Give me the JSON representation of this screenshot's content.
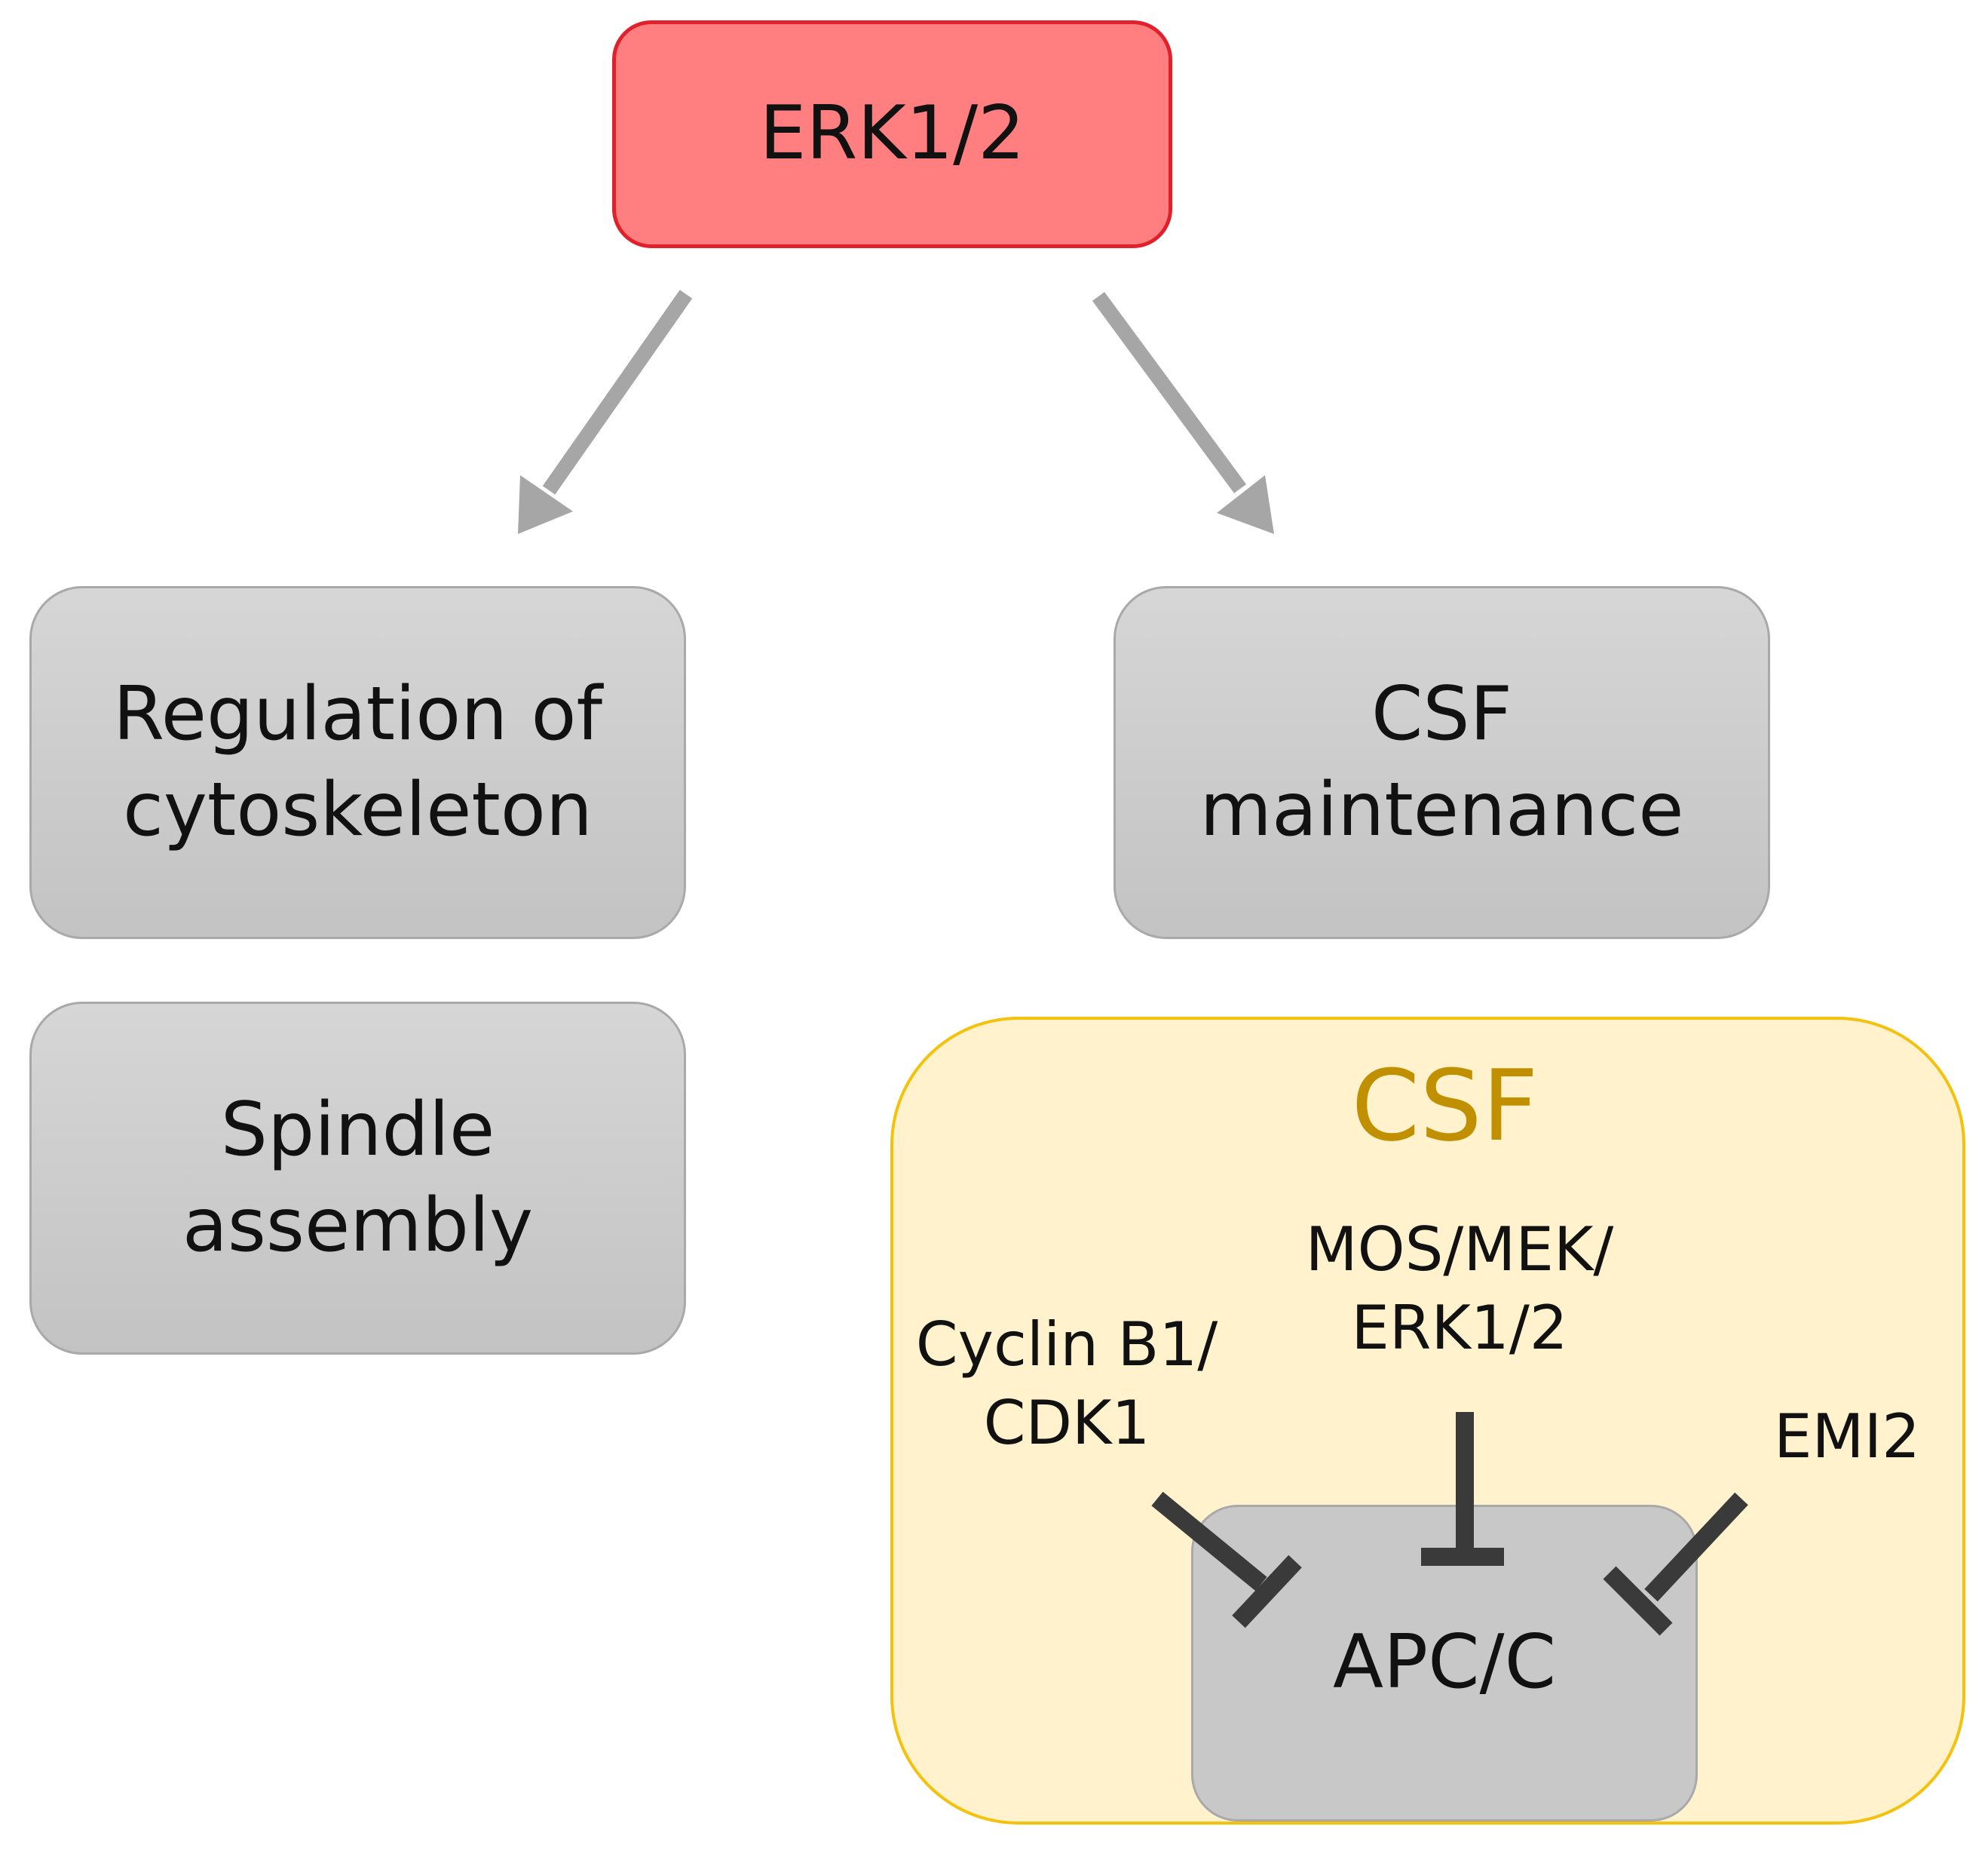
{
  "nodes": {
    "erk": {
      "label": "ERK1/2",
      "color": "#ff7f81"
    },
    "regulation": {
      "line1": "Regulation of",
      "line2": "cytoskeleton"
    },
    "spindle": {
      "line1": "Spindle",
      "line2": "assembly"
    },
    "csf_maintenance": {
      "line1": "CSF",
      "line2": "maintenance"
    },
    "csf_group": {
      "title": "CSF",
      "title_color": "#c09000",
      "fill": "#fff2cc"
    },
    "apc": {
      "label": "APC/C"
    }
  },
  "inhibitors": {
    "cyclin": {
      "line1": "Cyclin B1/",
      "line2": "CDK1"
    },
    "mos": {
      "line1": "MOS/MEK/",
      "line2": "ERK1/2"
    },
    "emi2": {
      "label": "EMI2"
    }
  },
  "edges": [
    {
      "from": "ERK1/2",
      "to": "Regulation of cytoskeleton",
      "type": "activation"
    },
    {
      "from": "ERK1/2",
      "to": "CSF maintenance",
      "type": "activation"
    },
    {
      "from": "Cyclin B1/CDK1",
      "to": "APC/C",
      "type": "inhibition"
    },
    {
      "from": "MOS/MEK/ERK1/2",
      "to": "APC/C",
      "type": "inhibition"
    },
    {
      "from": "EMI2",
      "to": "APC/C",
      "type": "inhibition"
    }
  ],
  "colors": {
    "activation_arrow": "#a6a6a6",
    "inhibition_line": "#3a3a3a",
    "gray_box": "#cfcfcf"
  }
}
